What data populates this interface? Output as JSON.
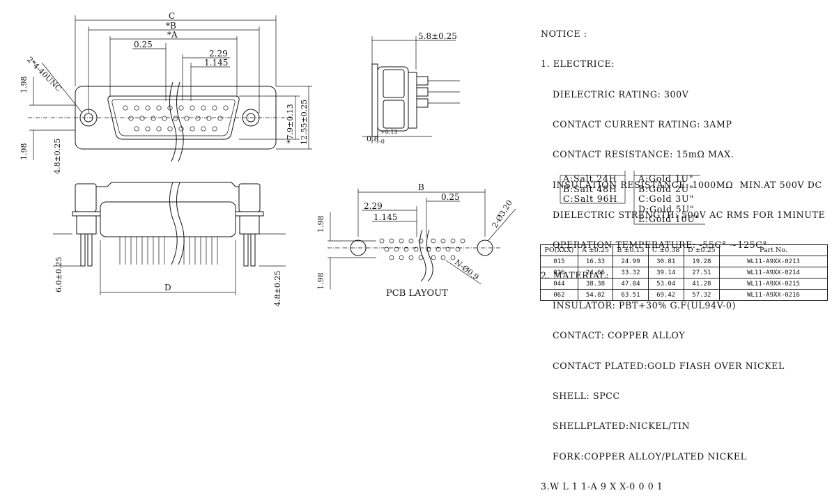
{
  "drawing": {
    "front_view": {
      "dim_c": "C",
      "dim_b": "*B",
      "dim_a": "*A",
      "dim_025": "0.25",
      "dim_229": "2.29",
      "dim_1145": "1.145",
      "dim_screw": "2*4-40UNC",
      "dim_198_top": "1.98",
      "dim_198_bottom": "1.98",
      "dim_79": "*7.9±0.13",
      "dim_1255": "12.55±0.25",
      "dim_48": "4.8±0.25"
    },
    "side_view": {
      "dim_58": "5.8±0.25",
      "dim_08": "0.8",
      "dim_08_sup": "+0.13",
      "dim_08_sub": "-0"
    },
    "bottom_view": {
      "dim_d": "D",
      "dim_60": "6.0±0.25",
      "dim_48": "4.8±0.25"
    },
    "pcb_layout": {
      "title": "PCB LAYOUT",
      "dim_b": "B",
      "dim_025": "0.25",
      "dim_229": "2.29",
      "dim_1145": "1.145",
      "dim_198_top": "1.98",
      "dim_198_bottom": "1.98",
      "dim_hole_big": "2-Ø3.20",
      "dim_hole_small": "N-Ø0.9"
    }
  },
  "notice": {
    "lines": [
      "NOTICE :",
      "1. ELECTRICE:",
      "DIELECTRIC RATING: 300V",
      "CONTACT CURRENT RATING: 3AMP",
      "CONTACT RESISTANCE: 15mΩ MAX.",
      "INSULATION RESISTANCE: 1000MΩ  MIN.AT 500V DC",
      "DIELECTRIC STRENGTH: 500V AC RMS FOR 1MINUTE",
      "OPERATION TEMPERATURE: -55C° ~125C°",
      "2. MATERIAL:",
      "INSULATOR: PBT+30% G.F(UL94V-0)",
      "CONTACT: COPPER ALLOY",
      "CONTACT PLATED:GOLD FIASH OVER NICKEL",
      "SHELL: SPCC",
      "SHELLPLATED:NICKEL/TIN",
      "FORK:COPPER ALLOY/PLATED NICKEL",
      "3.W L 1 1-A 9 X X-0 0 0 1"
    ],
    "salt_options": [
      "A:Salt 24H",
      "B:Salt 48H",
      "C:Salt 96H"
    ],
    "gold_options": [
      "A:Gold 1U\"",
      "B:Gold 2U\"",
      "C:Gold 3U\"",
      "D:Gold 5U\"",
      "E:Gold 10U\""
    ]
  },
  "part_table": {
    "headers": [
      "PO(XXX)",
      "A ±0.25",
      "B ±0.13",
      "C ±0.38",
      "D ±0.25",
      "Part  No."
    ],
    "rows": [
      [
        "015",
        "16.33",
        "24.99",
        "30.81",
        "19.28",
        "WL11-A9XX-0213"
      ],
      [
        "026",
        "24.66",
        "33.32",
        "39.14",
        "27.51",
        "WL11-A9XX-0214"
      ],
      [
        "044",
        "38.38",
        "47.04",
        "53.04",
        "41.28",
        "WL11-A9XX-0215"
      ],
      [
        "062",
        "54.82",
        "63.51",
        "69.42",
        "57.32",
        "WL11-A9XX-0216"
      ]
    ]
  }
}
